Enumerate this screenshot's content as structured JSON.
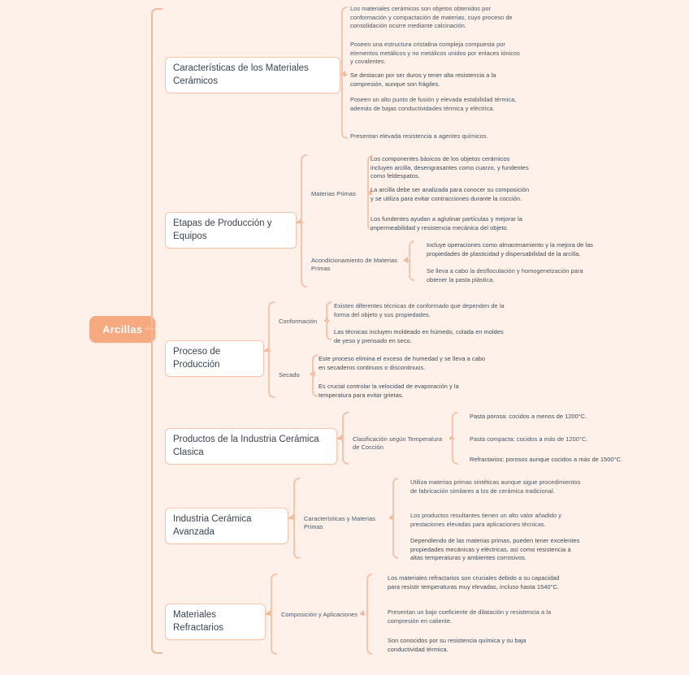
{
  "mindmap": {
    "root": {
      "label": "Arcillas",
      "color": "#f7a97f"
    },
    "theme": {
      "background": "#fdf1e9",
      "connector": "#f3b99a",
      "node_border": "#f5c6ae",
      "node_fill": "#ffffff",
      "text": "#3f4a57"
    },
    "branches": [
      {
        "label": "Características de los Materiales Cerámicos",
        "leaves": [
          "Los materiales cerámicos son objetos obtenidos por conformación y compactación de materias, cuyo proceso de consolidación ocurre mediante calcinación.",
          "Poseen una estructura cristalina compleja compuesta por elementos metálicos y no metálicos unidos por enlaces iónicos y covalentes.",
          "Se destacan por ser duros y tener alta resistencia a la compresión, aunque son frágiles.",
          "Poseen un alto punto de fusión y elevada estabilidad térmica, además de bajas conductividades térmica y eléctrica.",
          "Presentan elevada resistencia a agentes químicos."
        ]
      },
      {
        "label": "Etapas de Producción y Equipos",
        "groups": [
          {
            "label": "Materias Primas",
            "leaves": [
              "Los componentes básicos de los objetos cerámicos incluyen arcilla, desengrasantes como cuarzo, y fundentes como feldespatos.",
              "La arcilla debe ser analizada para conocer su composición y se utiliza para evitar contracciones durante la cocción.",
              "Los fundentes ayudan a aglutinar partículas y mejorar la impermeabilidad y resistencia mecánica del objeto."
            ]
          },
          {
            "label": "Acondicionamiento de Materias Primas",
            "leaves": [
              "Incluye operaciones como almacenamiento y la mejora de las propiedades de plasticidad y dispersabilidad de la arcilla.",
              "Se lleva a cabo la desfloculación y homogeneización para obtener la pasta plástica."
            ]
          }
        ]
      },
      {
        "label": "Proceso de Producción",
        "groups": [
          {
            "label": "Conformación",
            "leaves": [
              "Existen diferentes técnicas de conformado que dependen de la forma del objeto y sus propiedades.",
              "Las técnicas incluyen moldeado en húmedo, colada en moldes de yeso y prensado en seco."
            ]
          },
          {
            "label": "Secado",
            "leaves": [
              "Este proceso elimina el exceso de humedad y se lleva a cabo en secaderos continuos o discontinuos.",
              "Es crucial controlar la velocidad de evaporación y la temperatura para evitar grietas."
            ]
          }
        ]
      },
      {
        "label": "Productos de la Industria Cerámica Clasica",
        "groups": [
          {
            "label": "Clasificación según Temperatura de Cocción",
            "leaves": [
              "Pasta porosa: cocidos a menos de 1200°C.",
              "Pasta compacta: cocidos a más de 1200°C.",
              "Refractarios: porosos aunque cocidos a más de 1500°C."
            ]
          }
        ]
      },
      {
        "label": "Industria Cerámica Avanzada",
        "groups": [
          {
            "label": "Características y Materias Primas",
            "leaves": [
              "Utiliza materias primas sintéticas aunque sigue procedimientos de fabricación similares a los de cerámica tradicional.",
              "Los productos resultantes tienen un alto valor añadido y prestaciones elevadas para aplicaciones técnicas.",
              "Dependiendo de las materias primas, pueden tener excelentes propiedades mecánicas y eléctricas, así como resistencia a altas temperaturas y ambientes corrosivos."
            ]
          }
        ]
      },
      {
        "label": "Materiales Refractarios",
        "groups": [
          {
            "label": "Composición y Aplicaciones",
            "leaves": [
              "Los materiales refractarios son cruciales debido a su capacidad para resistir temperaturas muy elevadas, incluso hasta 1540°C.",
              "Presentan un bajo coeficiente de dilatación y resistencia a la compresión en caliente.",
              "Son conocidos por su resistencia química y su baja conductividad térmica."
            ]
          }
        ]
      }
    ]
  }
}
